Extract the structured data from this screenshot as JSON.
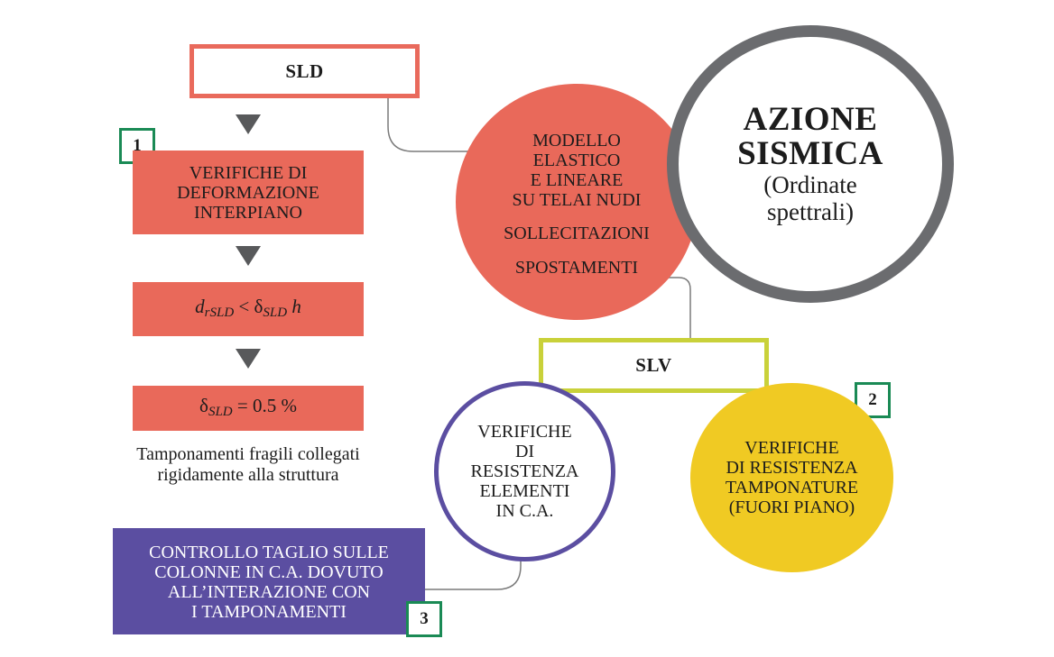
{
  "diagram": {
    "sld_label": "SLD",
    "slv_label": "SLV",
    "badges": [
      "1",
      "2",
      "3"
    ],
    "sld_flow": {
      "verifiche_lines": [
        "VERIFICHE DI",
        "DEFORMAZIONE",
        "INTERPIANO"
      ],
      "formula": {
        "d": "d",
        "d_sub": "rSLD",
        "lt": " < ",
        "delta": "δ",
        "delta_sub": "SLD",
        "h": " h"
      },
      "limit": {
        "delta": "δ",
        "delta_sub": "SLD",
        "value": " = 0.5 %"
      },
      "note_lines": [
        "Tamponamenti fragili collegati",
        "rigidamente alla struttura"
      ]
    },
    "modello_circle": {
      "lines": [
        "MODELLO",
        "ELASTICO",
        "E LINEARE",
        "SU TELAI NUDI"
      ],
      "sollecitazioni": "SOLLECITAZIONI",
      "spostamenti": "SPOSTAMENTI"
    },
    "azione_circle": {
      "title_lines": [
        "AZIONE",
        "SISMICA"
      ],
      "subtitle_lines": [
        "(Ordinate",
        "spettrali)"
      ]
    },
    "verifiche_ca_circle": {
      "lines": [
        "VERIFICHE",
        "DI",
        "RESISTENZA",
        "ELEMENTI",
        "IN C.A."
      ]
    },
    "tamponature_circle": {
      "lines": [
        "VERIFICHE",
        "DI RESISTENZA",
        "TAMPONATURE",
        "(FUORI PIANO)"
      ]
    },
    "controllo_box": {
      "lines": [
        "CONTROLLO TAGLIO SULLE",
        "COLONNE IN C.A. DOVUTO",
        "ALL’INTERAZIONE CON",
        "I TAMPONAMENTI"
      ]
    },
    "colors": {
      "red": "#e9695a",
      "sld_border": "#e96a5c",
      "slv_border": "#c9d13a",
      "gray_ring": "#6b6c6f",
      "purple": "#5b4ea1",
      "yellow": "#f0ca23",
      "badge_border": "#1a8a55",
      "arrow": "#58595b"
    },
    "icons": [
      "arrow-down-icon"
    ]
  }
}
